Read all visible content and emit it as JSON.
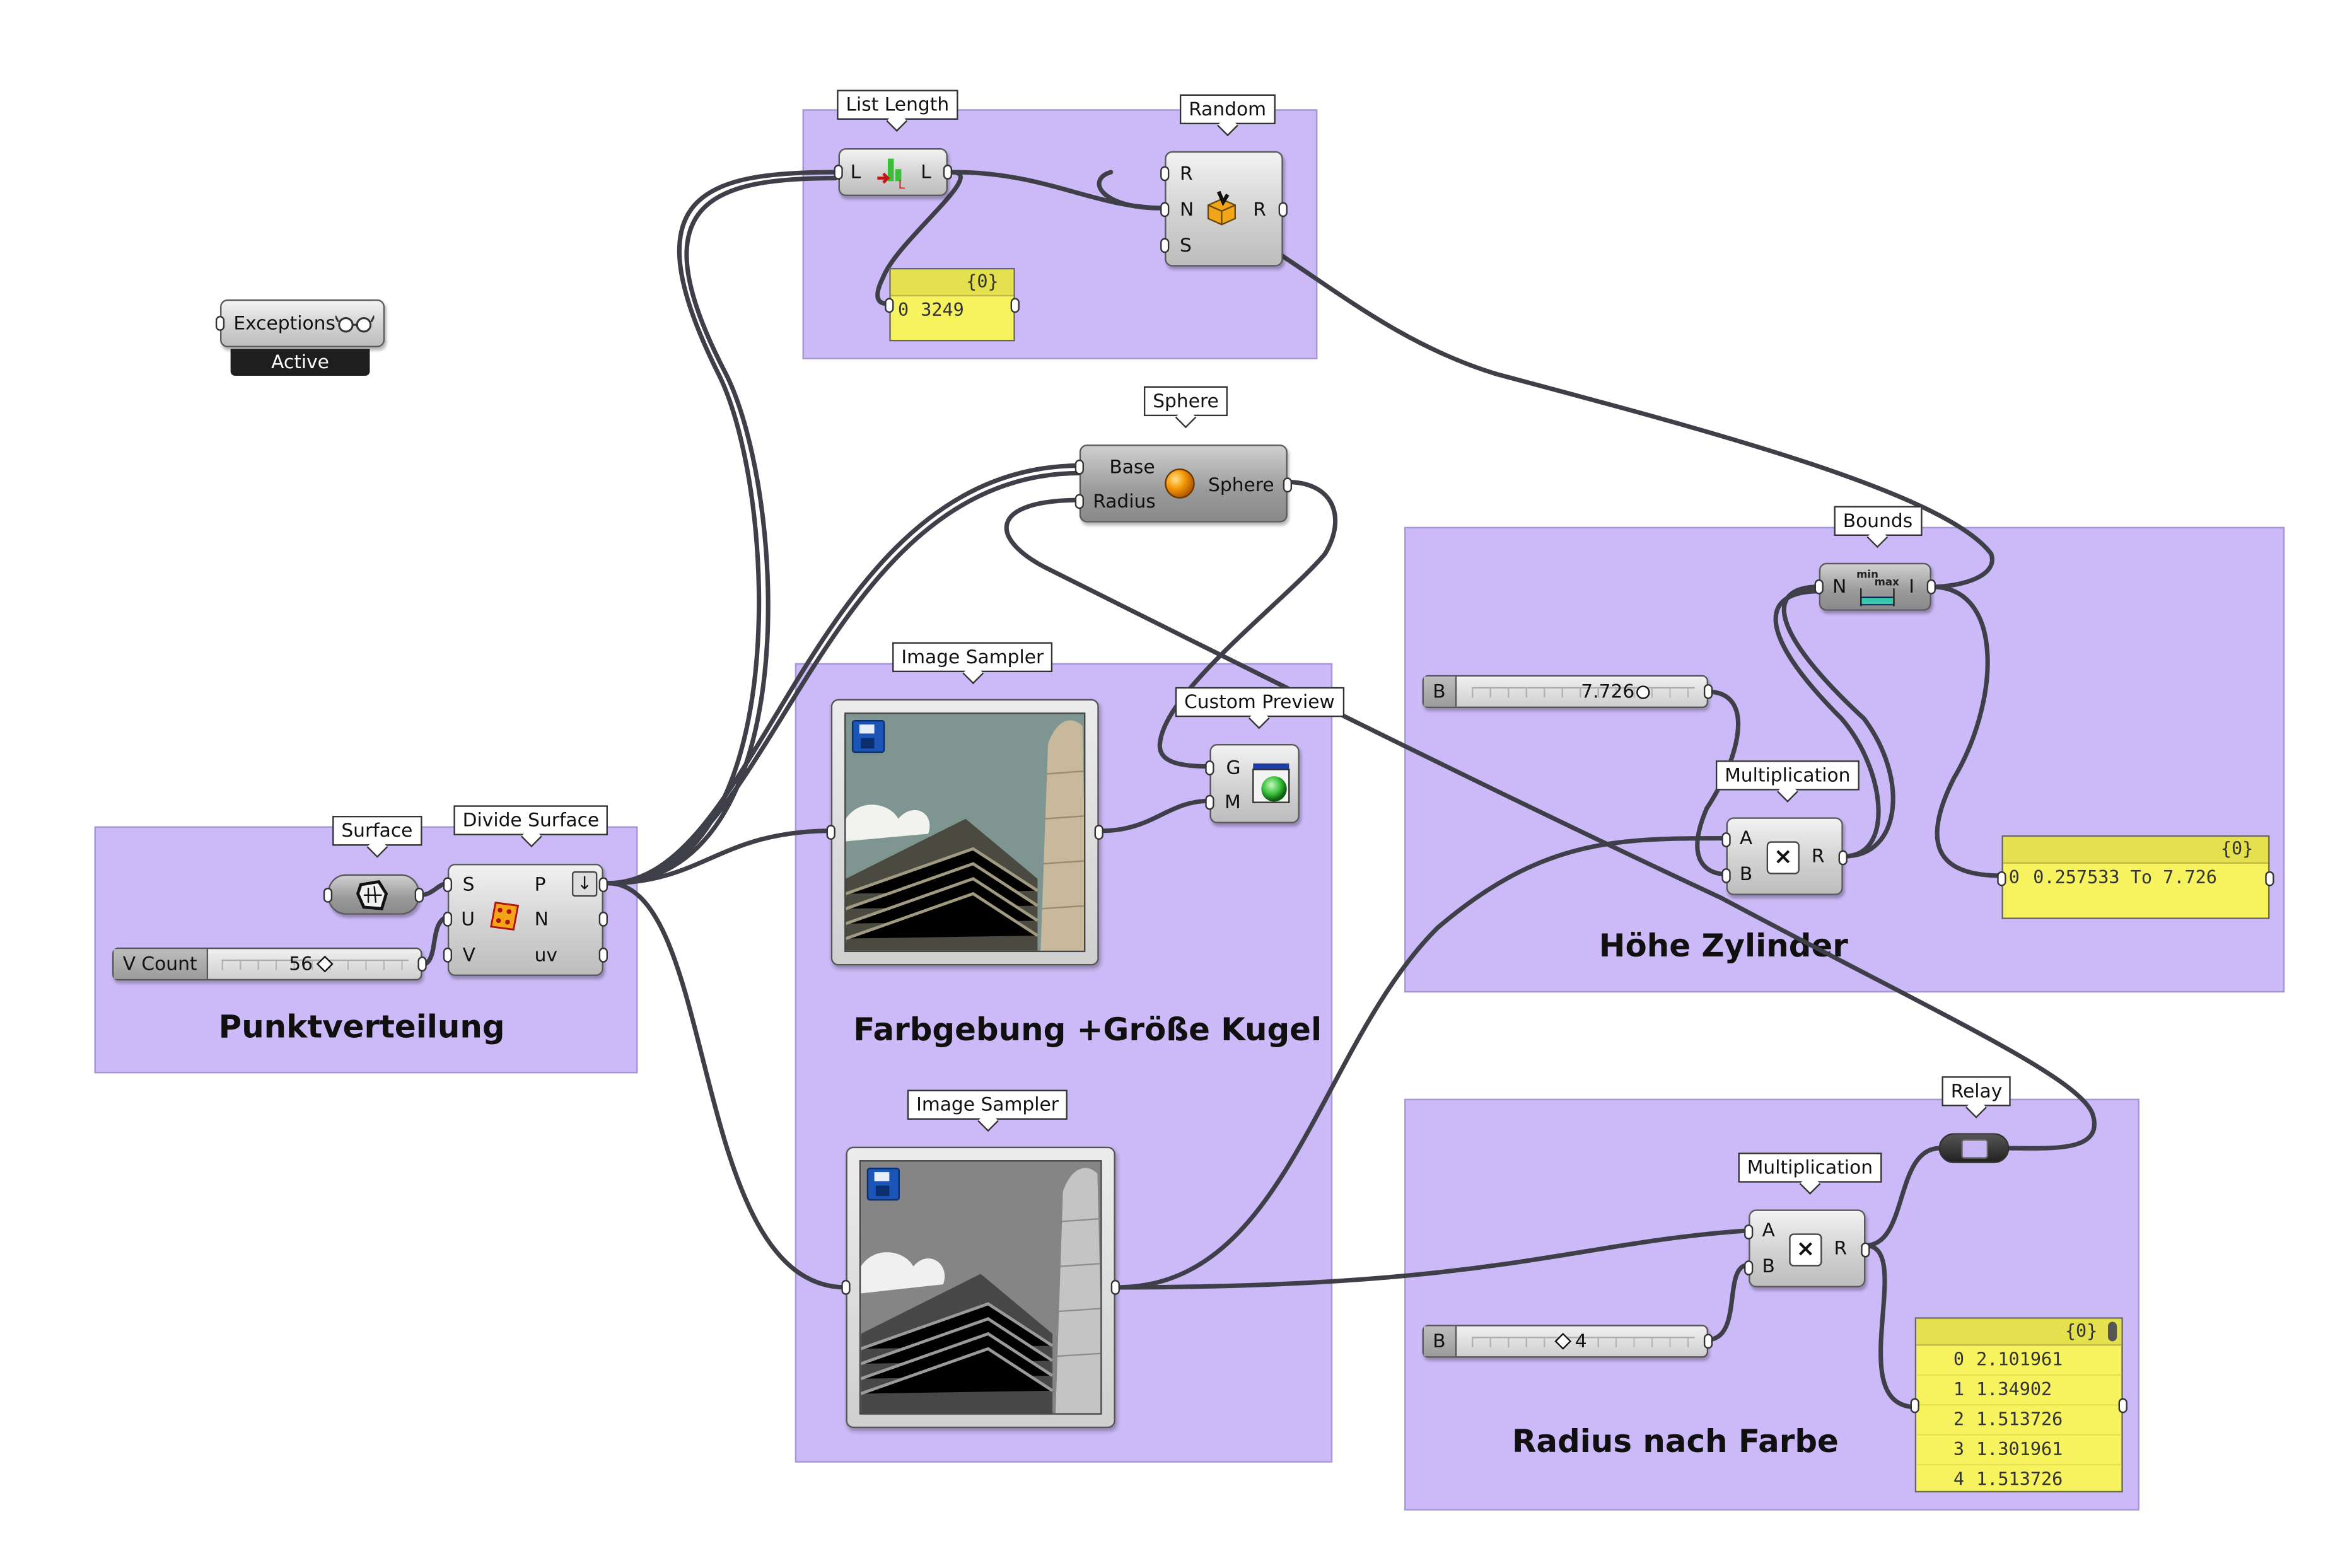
{
  "groups": {
    "punktverteilung": "Punktverteilung",
    "farbgebung": "Farbgebung +Größe Kugel",
    "hoehe": "Höhe Zylinder",
    "radius": "Radius nach Farbe"
  },
  "bubbles": {
    "list_length": "List Length",
    "random": "Random",
    "sphere": "Sphere",
    "bounds": "Bounds",
    "surface": "Surface",
    "divide_surface": "Divide Surface",
    "image_sampler_1": "Image Sampler",
    "custom_preview": "Custom Preview",
    "multiplication_1": "Multiplication",
    "image_sampler_2": "Image Sampler",
    "relay": "Relay",
    "multiplication_2": "Multiplication"
  },
  "exceptions": {
    "label": "Exceptions",
    "status": "Active"
  },
  "list_length": {
    "in": "L",
    "out": "L"
  },
  "random": {
    "in_r": "R",
    "in_n": "N",
    "in_s": "S",
    "out": "R"
  },
  "sphere": {
    "in_base": "Base",
    "in_radius": "Radius",
    "out": "Sphere"
  },
  "bounds": {
    "in": "N",
    "out": "I"
  },
  "divide_surface": {
    "in_s": "S",
    "in_u": "U",
    "in_v": "V",
    "out_p": "P",
    "out_n": "N",
    "out_uv": "uv"
  },
  "custom_preview": {
    "in_g": "G",
    "in_m": "M"
  },
  "mult1": {
    "in_a": "A",
    "in_b": "B",
    "out": "R"
  },
  "mult2": {
    "in_a": "A",
    "in_b": "B",
    "out": "R"
  },
  "sliders": {
    "vcount": {
      "label": "V Count",
      "value": "56"
    },
    "b1": {
      "label": "B",
      "value": "7.726"
    },
    "b2": {
      "label": "B",
      "value": "4"
    }
  },
  "panels": {
    "listlen": {
      "path": "{0}",
      "rows": [
        {
          "i": "0",
          "v": "3249"
        }
      ]
    },
    "bounds": {
      "path": "{0}",
      "rows": [
        {
          "i": "0",
          "v": "0.257533 To 7.726"
        }
      ]
    },
    "radius": {
      "path": "{0}",
      "rows": [
        {
          "i": "0",
          "v": "2.101961"
        },
        {
          "i": "1",
          "v": "1.34902"
        },
        {
          "i": "2",
          "v": "1.513726"
        },
        {
          "i": "3",
          "v": "1.301961"
        },
        {
          "i": "4",
          "v": "1.513726"
        }
      ]
    }
  },
  "colors": {
    "group": "#cbbaf7",
    "panel": "#f6f35e",
    "wire": "#3f3f4a"
  }
}
